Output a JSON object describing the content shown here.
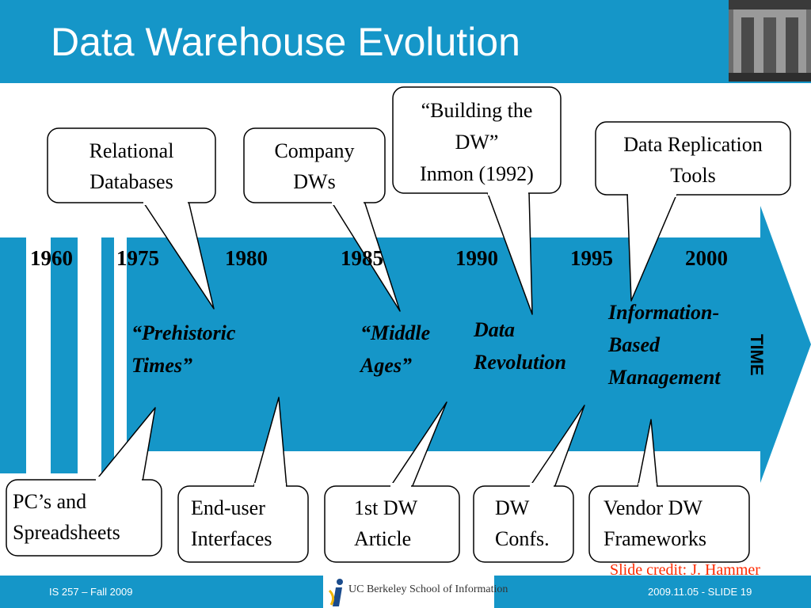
{
  "slide": {
    "title": "Data Warehouse Evolution",
    "time_label": "TIME",
    "colors": {
      "accent": "#1596c8",
      "credit": "#ff2a00"
    }
  },
  "timeline": {
    "years": [
      "1960",
      "1975",
      "1980",
      "1985",
      "1990",
      "1995",
      "2000"
    ],
    "eras": [
      {
        "lines": [
          "“Prehistoric",
          "Times”"
        ]
      },
      {
        "lines": [
          "“Middle",
          "Ages”"
        ]
      },
      {
        "lines": [
          "Data",
          "Revolution"
        ]
      },
      {
        "lines": [
          "Information-",
          "Based",
          "Management"
        ]
      }
    ]
  },
  "callouts": {
    "top": [
      {
        "lines": [
          "Relational",
          "Databases"
        ]
      },
      {
        "lines": [
          "Company",
          "DWs"
        ]
      },
      {
        "lines": [
          "“Building the",
          "DW”",
          "Inmon (1992)"
        ]
      },
      {
        "lines": [
          "Data Replication",
          "Tools"
        ]
      }
    ],
    "bottom": [
      {
        "lines": [
          "PC’s and",
          "Spreadsheets"
        ]
      },
      {
        "lines": [
          "End-user",
          "Interfaces"
        ]
      },
      {
        "lines": [
          "1st DW",
          "Article"
        ]
      },
      {
        "lines": [
          "DW",
          "Confs."
        ]
      },
      {
        "lines": [
          "Vendor DW",
          "Frameworks"
        ]
      }
    ]
  },
  "credit": "Slide credit: J. Hammer",
  "footer": {
    "left": "IS 257 – Fall 2009",
    "logo_text": "UC Berkeley School of Information",
    "right": "2009.11.05 - SLIDE 19"
  }
}
